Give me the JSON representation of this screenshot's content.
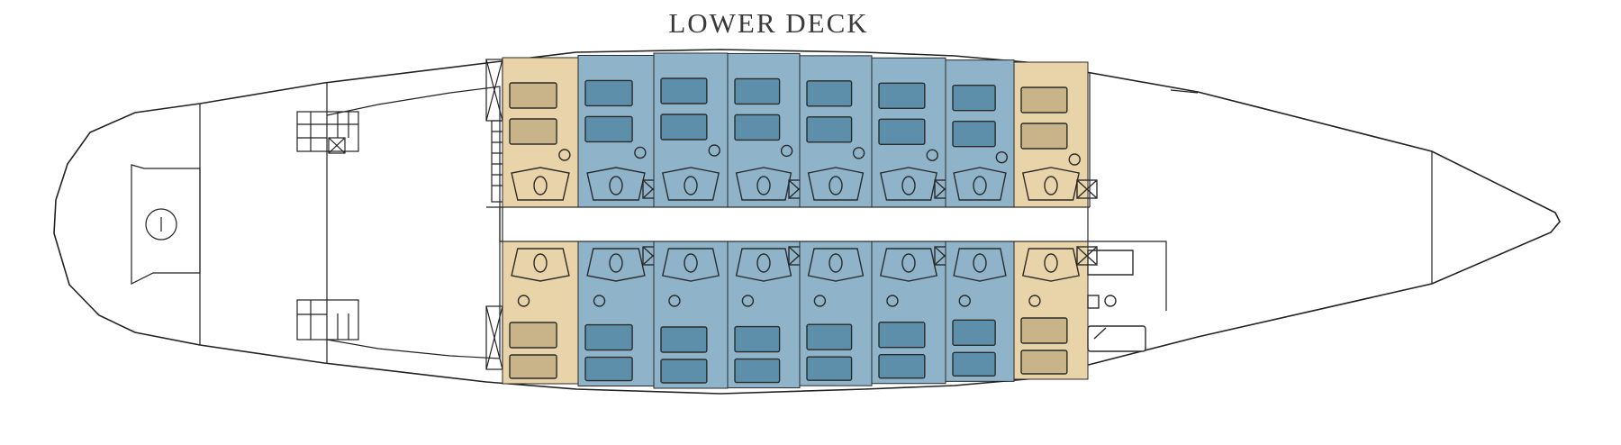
{
  "title": "LOWER DECK",
  "colors": {
    "cabin_blue": "#8fb4c9",
    "bed_blue": "#5e8faa",
    "cabin_tan": "#e8d4a8",
    "bed_tan": "#c9b48a",
    "outline": "#222222"
  },
  "icons": {
    "stairs": "stairs-icon",
    "bow_fixture": "capstan-icon",
    "door_hatch": "hatch-icon"
  },
  "cabins": {
    "upper_row": [
      "tan",
      "blue",
      "blue",
      "blue",
      "blue",
      "blue",
      "blue",
      "tan"
    ],
    "lower_row": [
      "tan",
      "blue",
      "blue",
      "blue",
      "blue",
      "blue",
      "blue",
      "tan"
    ]
  }
}
